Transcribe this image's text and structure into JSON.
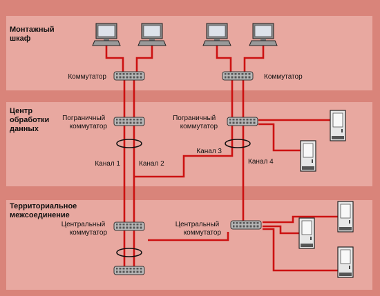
{
  "colors": {
    "background": "#d9847a",
    "zone_fill": "#e8a8a0",
    "cable": "#cc1111",
    "switch_body": "#b8b8b8",
    "server_fill": "#e6e6e6",
    "pc_screen": "#dde2ea"
  },
  "zones": [
    {
      "label_lines": [
        "Монтажный",
        "шкаф"
      ]
    },
    {
      "label_lines": [
        "Центр",
        "обработки",
        "данных"
      ]
    },
    {
      "label_lines": [
        "Территориальное",
        "межсоединение"
      ]
    }
  ],
  "devices": {
    "switch_left": "Коммутатор",
    "switch_right": "Коммутатор",
    "edge_left": [
      "Пограничный",
      "коммутатор"
    ],
    "edge_right": [
      "Пограничный",
      "коммутатор"
    ],
    "core_left": [
      "Центральный",
      "коммутатор"
    ],
    "core_right": [
      "Центральный",
      "коммутатор"
    ]
  },
  "channels": [
    "Канал 1",
    "Канал 2",
    "Канал 3",
    "Канал 4"
  ],
  "icons": [
    "computer-icon",
    "network-switch-icon",
    "server-icon"
  ]
}
